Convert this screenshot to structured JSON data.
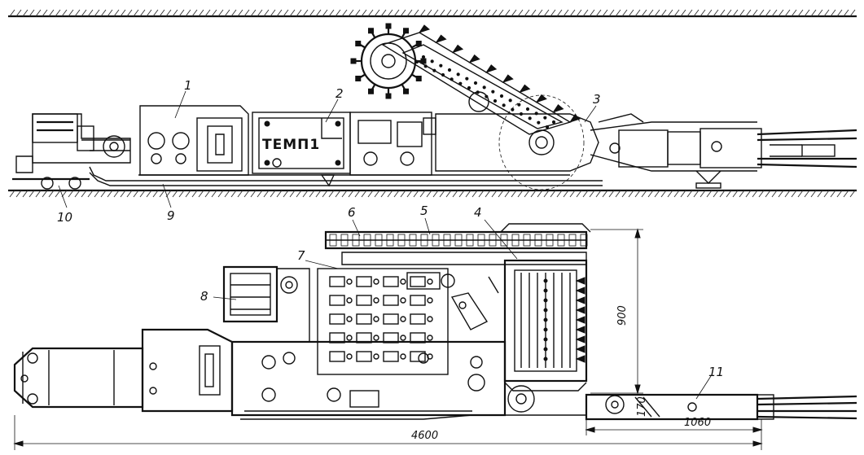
{
  "diagram": {
    "stamp_text": "ТЕМП1",
    "callouts": {
      "c1": "1",
      "c2": "2",
      "c3": "3",
      "c4": "4",
      "c5": "5",
      "c6": "6",
      "c7": "7",
      "c8": "8",
      "c9": "9",
      "c10": "10",
      "c11": "11"
    },
    "dimensions": {
      "total_length": "4600",
      "tail_length": "1060",
      "width": "900",
      "small_gap": "170"
    }
  }
}
